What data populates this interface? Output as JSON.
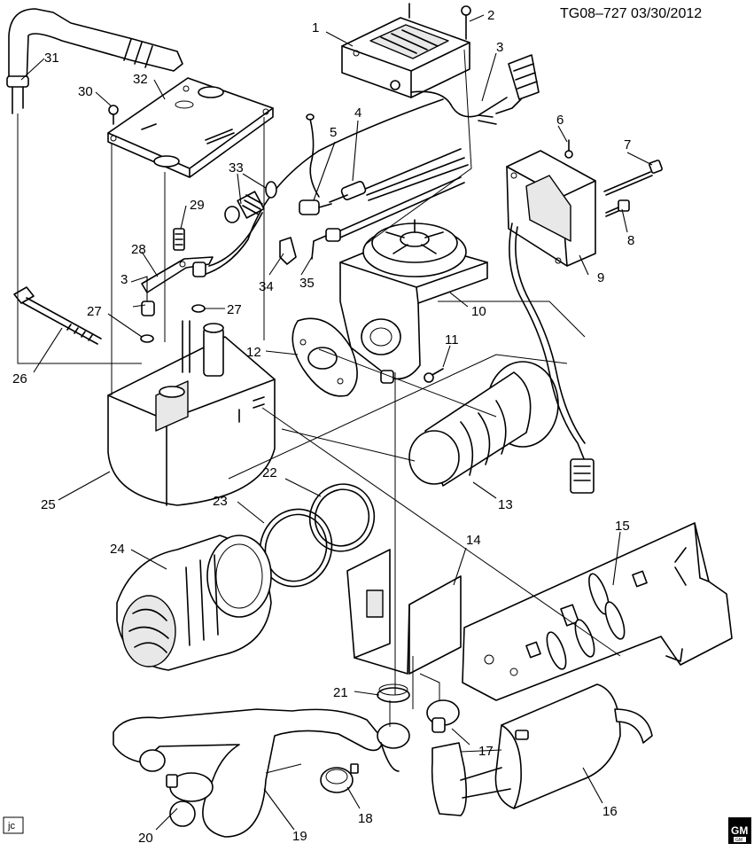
{
  "header": {
    "drawing_id": "TG08–727  03/30/2012"
  },
  "corner_mark": "jc",
  "logo": {
    "main": "GM",
    "sub": "GM"
  },
  "callouts": [
    {
      "id": "c1",
      "text": "1"
    },
    {
      "id": "c2",
      "text": "2"
    },
    {
      "id": "c3a",
      "text": "3"
    },
    {
      "id": "c3b",
      "text": "3"
    },
    {
      "id": "c4",
      "text": "4"
    },
    {
      "id": "c5",
      "text": "5"
    },
    {
      "id": "c6",
      "text": "6"
    },
    {
      "id": "c7",
      "text": "7"
    },
    {
      "id": "c8",
      "text": "8"
    },
    {
      "id": "c9",
      "text": "9"
    },
    {
      "id": "c10",
      "text": "10"
    },
    {
      "id": "c11",
      "text": "11"
    },
    {
      "id": "c12",
      "text": "12"
    },
    {
      "id": "c13",
      "text": "13"
    },
    {
      "id": "c14",
      "text": "14"
    },
    {
      "id": "c15",
      "text": "15"
    },
    {
      "id": "c16",
      "text": "16"
    },
    {
      "id": "c17",
      "text": "17"
    },
    {
      "id": "c18",
      "text": "18"
    },
    {
      "id": "c19",
      "text": "19"
    },
    {
      "id": "c20",
      "text": "20"
    },
    {
      "id": "c21",
      "text": "21"
    },
    {
      "id": "c22",
      "text": "22"
    },
    {
      "id": "c23",
      "text": "23"
    },
    {
      "id": "c24",
      "text": "24"
    },
    {
      "id": "c25",
      "text": "25"
    },
    {
      "id": "c26",
      "text": "26"
    },
    {
      "id": "c27a",
      "text": "27"
    },
    {
      "id": "c27b",
      "text": "27"
    },
    {
      "id": "c28",
      "text": "28"
    },
    {
      "id": "c29",
      "text": "29"
    },
    {
      "id": "c30",
      "text": "30"
    },
    {
      "id": "c31",
      "text": "31"
    },
    {
      "id": "c32",
      "text": "32"
    },
    {
      "id": "c33",
      "text": "33"
    },
    {
      "id": "c34",
      "text": "34"
    },
    {
      "id": "c35",
      "text": "35"
    }
  ]
}
